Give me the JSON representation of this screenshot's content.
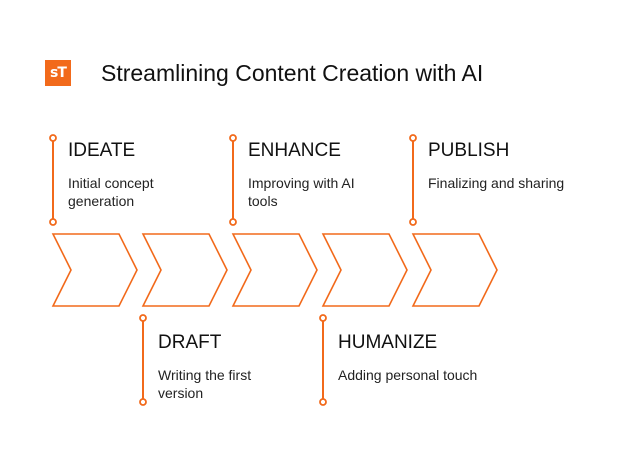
{
  "header": {
    "logo_text": "sT",
    "title": "Streamlining Content Creation with AI"
  },
  "colors": {
    "accent": "#f26a1b",
    "text": "#111111",
    "background": "#ffffff"
  },
  "steps": [
    {
      "label": "IDEATE",
      "description": "Initial concept generation",
      "position": "top"
    },
    {
      "label": "DRAFT",
      "description": "Writing the first version",
      "position": "bottom"
    },
    {
      "label": "ENHANCE",
      "description": "Improving with AI tools",
      "position": "top"
    },
    {
      "label": "HUMANIZE",
      "description": "Adding personal touch",
      "position": "bottom"
    },
    {
      "label": "PUBLISH",
      "description": "Finalizing and sharing",
      "position": "top"
    }
  ]
}
